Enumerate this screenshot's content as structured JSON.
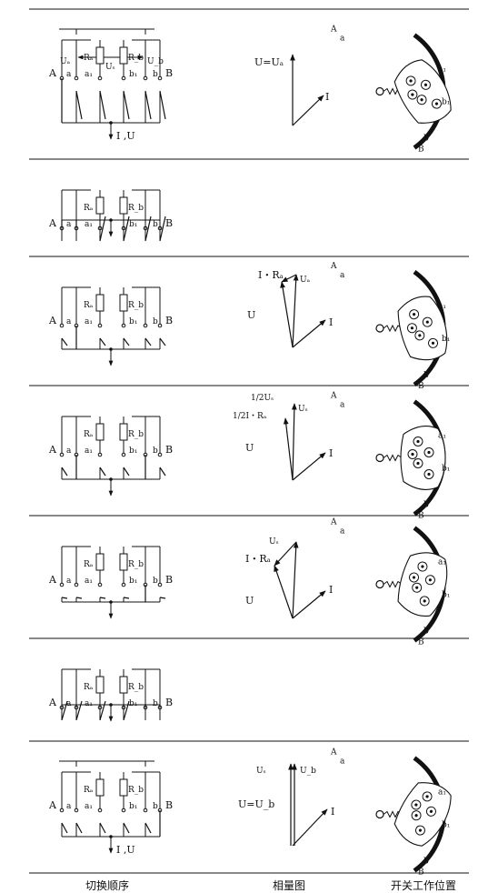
{
  "captions": [
    "切换顺序",
    "相量图",
    "开关工作位置"
  ],
  "circuit": {
    "tap_A": "A",
    "tap_a": "a",
    "tap_a1": "a₁",
    "tap_B": "B",
    "tap_b": "b",
    "tap_b1": "b₁",
    "res_a": "Rₐ",
    "res_b": "R_b",
    "volt_a": "Uₐ",
    "volt_b": "U_b",
    "volt_s": "Uₛ",
    "output": "I ,U"
  },
  "phasor_labels": {
    "p1": {
      "u": "U=Uₐ",
      "i": "I"
    },
    "p3": {
      "ir": "I・Rₐ",
      "ua": "Uₐ",
      "u": "U",
      "i": "I"
    },
    "p4": {
      "us_half": "1/2Uₛ",
      "ir_half": "1/2I・Rₐ",
      "us": "Uₛ",
      "u": "U",
      "i": "I"
    },
    "p5": {
      "us": "Uₛ",
      "ir": "I・Rₐ",
      "u": "U",
      "i": "I"
    },
    "p7": {
      "us": "Uₛ",
      "ub": "U_b",
      "eq": "U=U_b",
      "i": "I"
    }
  },
  "switch_labels": {
    "A": "A",
    "a": "a",
    "a1": "a₁",
    "b1": "b₁",
    "b": "b",
    "B": "B"
  },
  "colors": {
    "ink": "#111111",
    "paper": "#ffffff"
  }
}
